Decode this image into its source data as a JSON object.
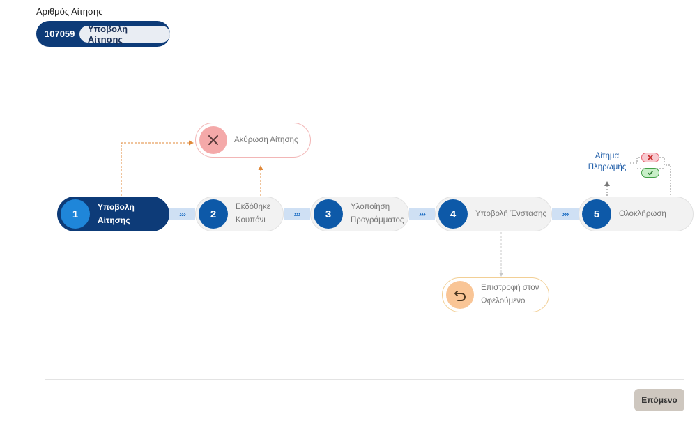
{
  "application": {
    "label": "Αριθμός Αίτησης",
    "number": "107059",
    "status": "Υποβολή Αίτησης"
  },
  "workflow": {
    "steps": [
      {
        "number": "1",
        "label_line1": "Υποβολή Αίτησης",
        "label_line2": ""
      },
      {
        "number": "2",
        "label_line1": "Εκδόθηκε",
        "label_line2": "Κουπόνι"
      },
      {
        "number": "3",
        "label_line1": "Υλοποίηση",
        "label_line2": "Προγράμματος"
      },
      {
        "number": "4",
        "label_line1": "Υποβολή Ένστασης",
        "label_line2": ""
      },
      {
        "number": "5",
        "label_line1": "Ολοκλήρωση",
        "label_line2": ""
      }
    ],
    "arrow_glyph": "›››",
    "cancel_node": {
      "label": "Ακύρωση Αίτησης",
      "icon": "close-icon"
    },
    "return_node": {
      "label_line1": "Επιστροφή στον",
      "label_line2": "Ωφελούμενο",
      "icon": "undo-icon"
    },
    "payment": {
      "label_line1": "Αίτημα",
      "label_line2": "Πληρωμής",
      "reject_icon": "close-icon",
      "approve_icon": "check-icon"
    }
  },
  "footer": {
    "next_label": "Επόμενο"
  },
  "colors": {
    "primary": "#0d3b78",
    "step_circle": "#0d59a8",
    "active_circle": "#1f86d9",
    "cancel_accent": "#f4a9a9",
    "return_accent": "#f9c596",
    "connector_orange": "#e0893a",
    "next_button": "#cec7bf"
  }
}
